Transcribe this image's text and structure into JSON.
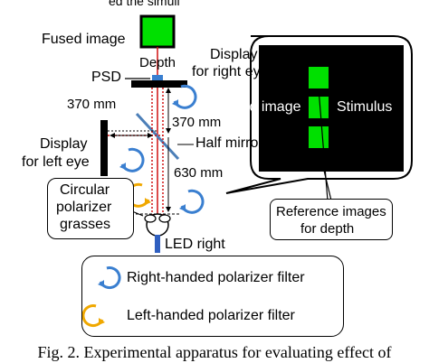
{
  "labels": {
    "header_partial": "ed the simuli",
    "fused_image": "Fused image",
    "depth": "Depth",
    "display_right_1": "Display",
    "display_right_2": "for right eye",
    "psd": "PSD",
    "dist_370_left": "370 mm",
    "dist_370_right": "370 mm",
    "display_left_1": "Display",
    "display_left_2": "for left eye",
    "half_mirror": "Half mirror",
    "dist_630": "630 mm",
    "glasses_1": "Circular",
    "glasses_2": "polarizer",
    "glasses_3": "grasses",
    "led_right": "LED right",
    "inset_fused_image": "Fused image",
    "inset_stimulus": "Stimulus",
    "reference_1": "Reference images",
    "reference_2": "for depth"
  },
  "legend": {
    "right_handed": "Right-handed polarizer filter",
    "left_handed": "Left-handed polarizer filter"
  },
  "caption": "Fig. 2. Experimental apparatus for evaluating effect of",
  "colors": {
    "green": "#00e000",
    "blue": "#3a7fd0",
    "orange": "#f0a800",
    "red": "#d01010",
    "led_blue": "#2f5fc0",
    "mirror": "#4c7fb8"
  }
}
